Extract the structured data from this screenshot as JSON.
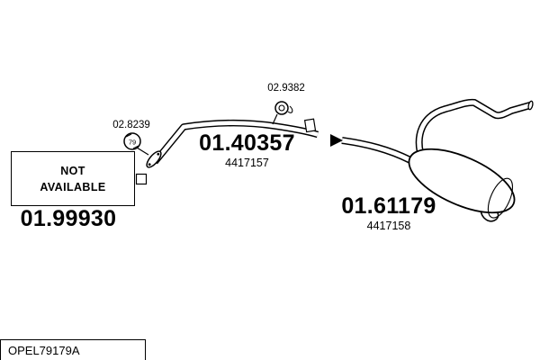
{
  "page": {
    "background": "#ffffff",
    "ink": "#000000"
  },
  "labels": {
    "hanger": {
      "code": "02.9382"
    },
    "clamp": {
      "code": "02.8239",
      "size": "79"
    },
    "mid_pipe": {
      "part_number": "01.40357",
      "oem_number": "4417157"
    },
    "rear_silencer": {
      "part_number": "01.61179",
      "oem_number": "4417158"
    },
    "front_pipe": {
      "part_number": "01.99930",
      "status_line1": "NOT",
      "status_line2": "AVAILABLE"
    }
  },
  "footer": {
    "reference": "OPEL79179A"
  }
}
